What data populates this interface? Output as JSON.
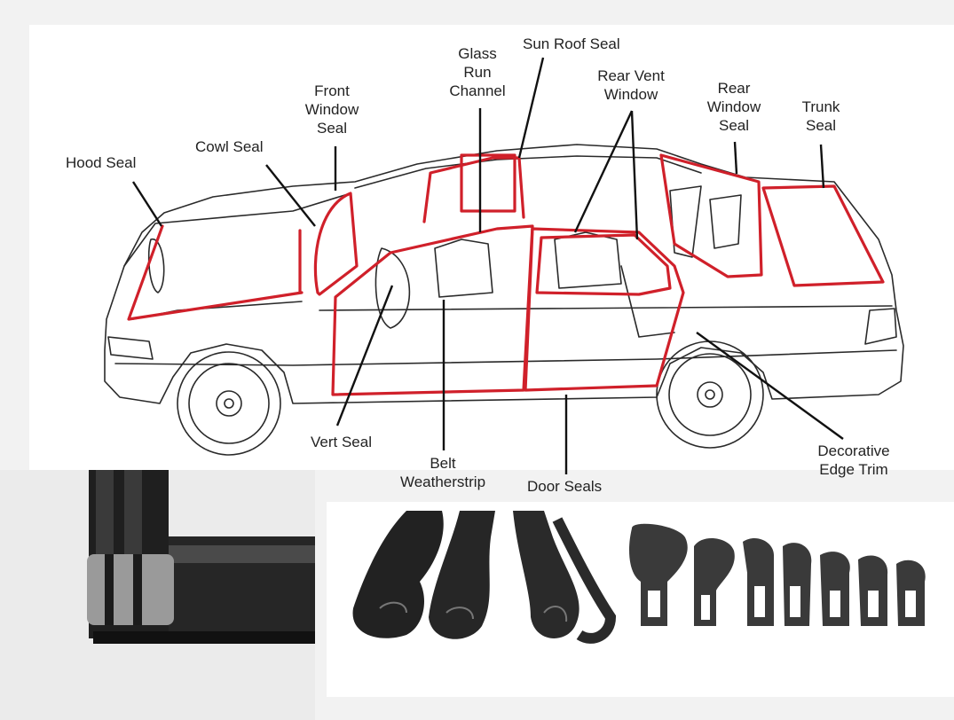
{
  "diagram": {
    "labels": {
      "hood_seal": "Hood Seal",
      "cowl_seal": "Cowl Seal",
      "front_window_seal": "Front\nWindow\nSeal",
      "glass_run_channel": "Glass\nRun\nChannel",
      "sun_roof_seal": "Sun Roof Seal",
      "rear_vent_window": "Rear Vent\nWindow",
      "rear_window_seal": "Rear\nWindow\nSeal",
      "trunk_seal": "Trunk\nSeal",
      "vert_seal": "Vert Seal",
      "belt_weatherstrip": "Belt\nWeatherstrip",
      "door_seals": "Door Seals",
      "decorative_edge_trim": "Decorative\nEdge Trim"
    },
    "colors": {
      "seal_highlight": "#d0202a",
      "outline": "#2a2a2a",
      "background": "#ffffff",
      "rubber": "#2b2b2b"
    }
  }
}
